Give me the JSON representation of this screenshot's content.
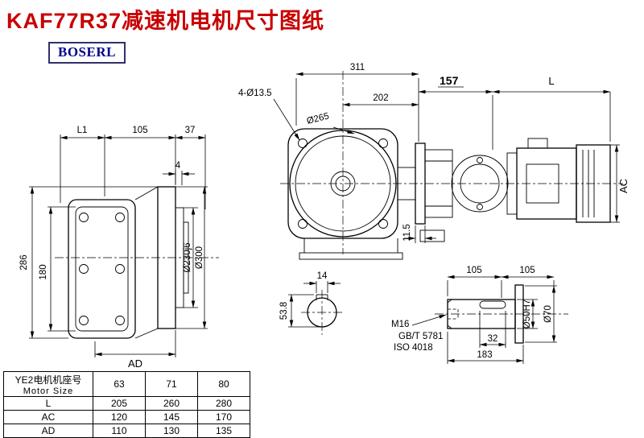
{
  "title": "KAF77R37减速机电机尺寸图纸",
  "brand": "BOSERL",
  "dims": {
    "side": {
      "l1": "L1",
      "w105": "105",
      "w37": "37",
      "t4": "4",
      "h286": "286",
      "h180": "180",
      "dia230": "Ø230j6",
      "dia300": "Ø300",
      "ad": "AD"
    },
    "front": {
      "w311": "311",
      "w202": "202",
      "holes": "4-Ø13.5",
      "dia265": "Ø265",
      "w157": "157",
      "l": "L",
      "ac": "AC",
      "t115": "11.5"
    },
    "section": {
      "w14": "14",
      "h538": "53.8"
    },
    "shaft": {
      "w105a": "105",
      "w105b": "105",
      "m16": "M16",
      "gbt": "GB/T 5781",
      "iso": "ISO 4018",
      "w32": "32",
      "w183": "183",
      "dia50": "Ø50H7",
      "dia70": "Ø70"
    }
  },
  "table": {
    "header": {
      "line1": "YE2电机机座号",
      "line2": "Motor Size"
    },
    "columns": [
      "63",
      "71",
      "80"
    ],
    "rows": [
      {
        "label": "L",
        "values": [
          "205",
          "260",
          "280"
        ]
      },
      {
        "label": "AC",
        "values": [
          "120",
          "145",
          "170"
        ]
      },
      {
        "label": "AD",
        "values": [
          "110",
          "130",
          "135"
        ]
      }
    ]
  }
}
